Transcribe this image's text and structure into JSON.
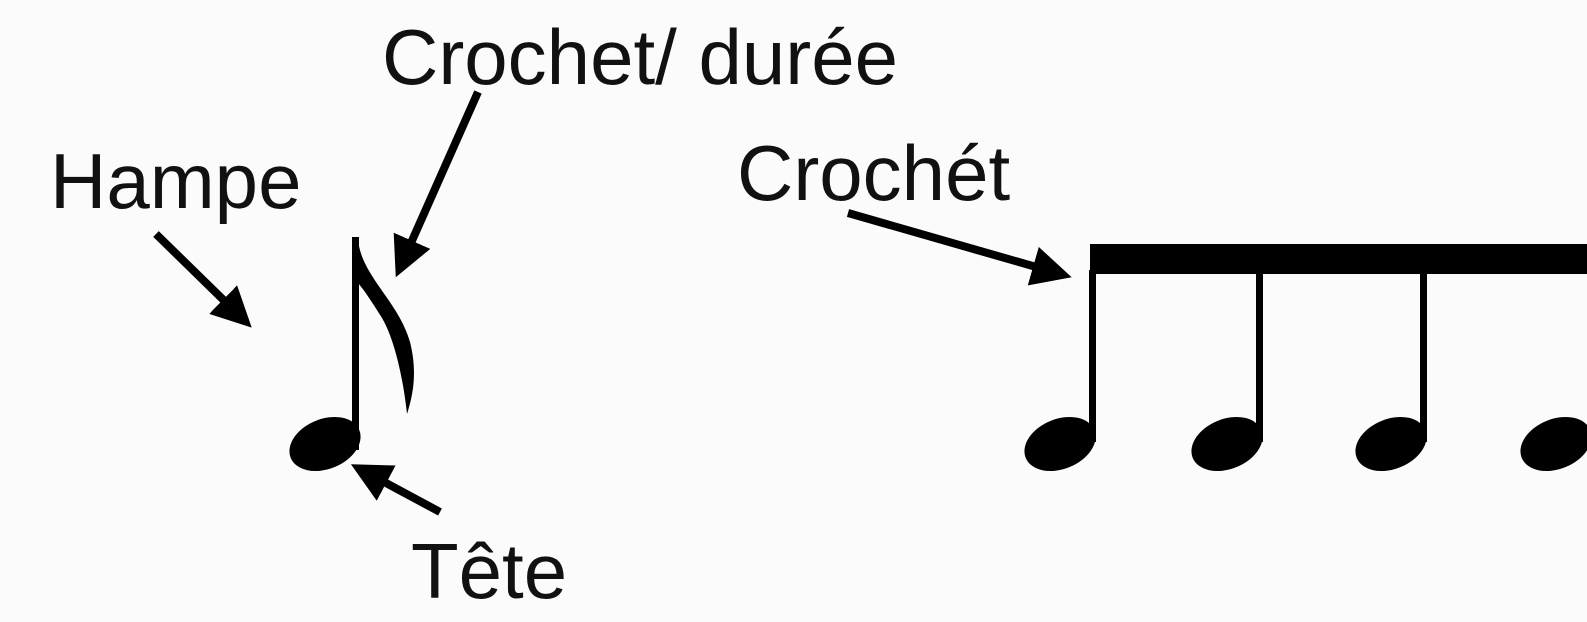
{
  "labels": {
    "flag_duration": "Crochet/ durée",
    "stem": "Hampe",
    "beam": "Crochét",
    "head": "Tête"
  },
  "colors": {
    "ink": "#000000",
    "text": "#111111",
    "background": "#fbfbfb"
  },
  "notes": {
    "single_note": "eighth-note",
    "beamed_group": "beamed-eighth-notes",
    "beamed_count": 4
  }
}
